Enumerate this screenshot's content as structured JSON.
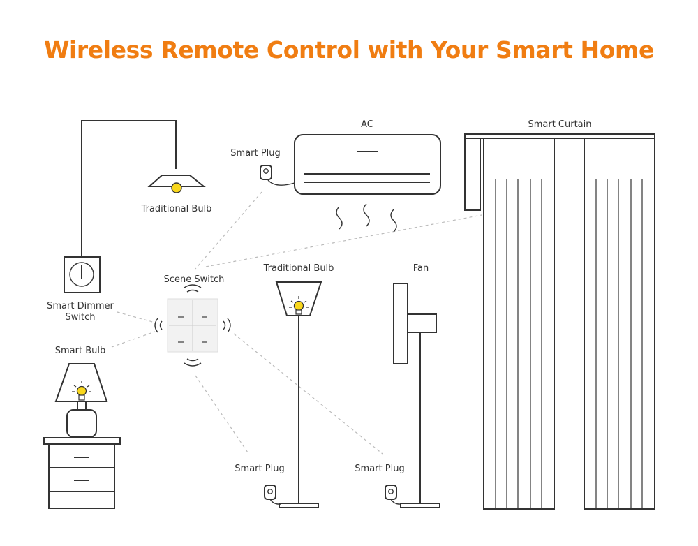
{
  "title": "Wireless Remote Control with Your Smart Home",
  "colors": {
    "title": "#f07d12",
    "line": "#333333",
    "bulb": "#f9d71c",
    "dashed_link": "#bbbbbb",
    "switch_panel": "#f2f2f2"
  },
  "labels": {
    "ac": "AC",
    "smart_curtain": "Smart Curtain",
    "smart_plug_ac": "Smart Plug",
    "traditional_bulb_ceiling": "Traditional Bulb",
    "scene_switch": "Scene Switch",
    "traditional_bulb_floor": "Traditional Bulb",
    "fan": "Fan",
    "smart_dimmer_line1": "Smart Dimmer",
    "smart_dimmer_line2": "Switch",
    "smart_bulb": "Smart Bulb",
    "smart_plug_lamp": "Smart Plug",
    "smart_plug_fan": "Smart Plug"
  },
  "icons": [
    "pendant-lamp-icon",
    "ac-unit-icon",
    "smart-plug-icon",
    "curtain-icon",
    "dimmer-switch-icon",
    "scene-switch-icon",
    "wireless-signal-icon",
    "floor-lamp-icon",
    "fan-icon",
    "table-lamp-icon",
    "nightstand-icon"
  ]
}
